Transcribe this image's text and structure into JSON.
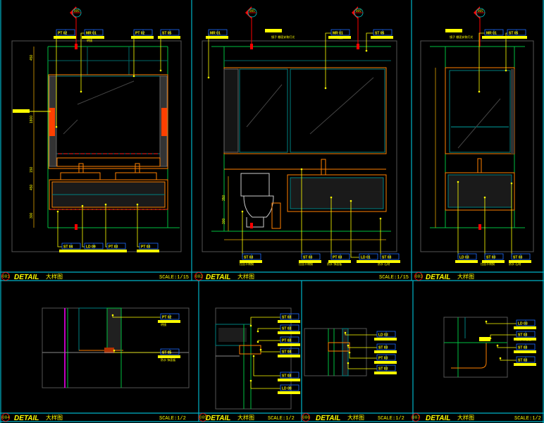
{
  "sheet": {
    "panels": [
      {
        "number": "001",
        "title": "DETAIL",
        "subtitle": "大样图",
        "scale": "SCALE:1/15"
      },
      {
        "number": "002",
        "title": "DETAIL",
        "subtitle": "大样图",
        "scale": "SCALE:1/15"
      },
      {
        "number": "003",
        "title": "DETAIL",
        "subtitle": "大样图",
        "scale": ""
      },
      {
        "number": "004",
        "title": "DETAIL",
        "subtitle": "大样图",
        "scale": "SCALE:1/2"
      },
      {
        "number": "005",
        "title": "DETAIL",
        "subtitle": "大样图",
        "scale": "SCALE:1/2"
      },
      {
        "number": "006",
        "title": "DETAIL",
        "subtitle": "大样图",
        "scale": "SCALE:1/2"
      },
      {
        "number": "007",
        "title": "DETAIL",
        "subtitle": "大样图",
        "scale": "SCALE:1/2"
      }
    ],
    "tags": {
      "p1_top": [
        "PT 02",
        "MR 01",
        "PT 02",
        "ST 05"
      ],
      "p1_bottom": [
        "ST 04",
        "LD 09",
        "PT 03",
        "PT 03"
      ],
      "p2_top": [
        "MR 01",
        "MR 01",
        "ST 05"
      ],
      "p2_bottom": [
        "ST 03",
        "ST 03",
        "PT 03",
        "LD 01",
        "ST 03"
      ],
      "p3_top": [
        "MR 01",
        "ST 05"
      ],
      "p3_bottom": [
        "LD 03",
        "ST 03",
        "ST 03"
      ],
      "p4": [
        "PT 02",
        "ST 05"
      ],
      "p5": [
        "ST 03",
        "ST 03",
        "PT 03",
        "ST 04",
        "ST 03",
        "LD 09"
      ],
      "p6": [
        "LD 03",
        "ST 03",
        "PT 03",
        "ST 03"
      ],
      "p7": [
        "LD 03",
        "ST 03",
        "ST 03",
        "ST 03"
      ]
    },
    "notes": {
      "p1_mirror": "明镜",
      "p2_ceiling": "镜子 棚面安装灯光",
      "p2_mirror": "明镜",
      "p2_b1": "拉丝不锈钢",
      "p2_b2": "拉丝不锈钢",
      "p2_b3": "防水 饰面板",
      "p2_b5": "防水 石材",
      "p3_ceiling": "镜子 棚面安装灯光",
      "p3_b2": "拉丝不锈钢",
      "p3_b3": "防水 石材",
      "p4_b1": "明镜",
      "p4_b2": "防水 饰面板",
      "p7_b1": "防水 饰面板"
    },
    "dims": {
      "p1": [
        "450",
        "1800",
        "150",
        "450",
        "300"
      ],
      "p2_toilet_h": "350",
      "p2_base_h": "300",
      "section_ref": "005"
    }
  }
}
